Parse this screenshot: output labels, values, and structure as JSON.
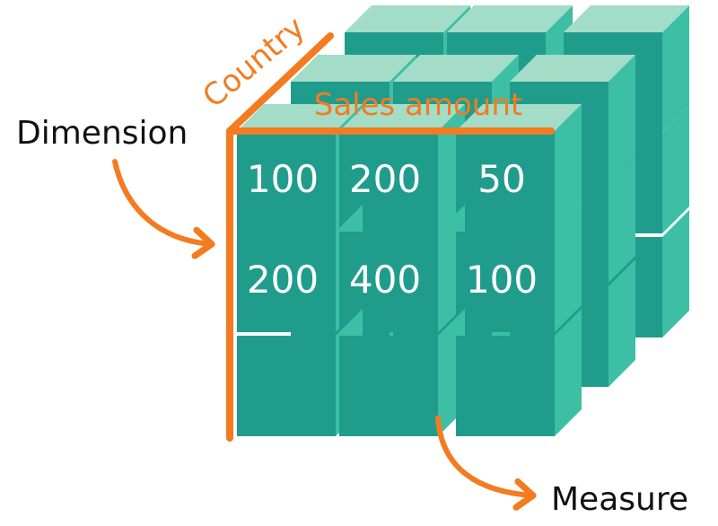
{
  "labels": {
    "dimension": "Dimension",
    "measure": "Measure",
    "axis_top": "Sales amount",
    "axis_side": "Country"
  },
  "cells": [
    [
      "100",
      "200",
      "50"
    ],
    [
      "200",
      "400",
      "100"
    ],
    [
      "",
      "",
      ""
    ]
  ],
  "colors": {
    "accent": "#F47B20",
    "cube_front": "#209C8C",
    "cube_side": "#3DBFA6",
    "cube_top": "#A3DCC7",
    "cube_dark": "#1A8274"
  }
}
